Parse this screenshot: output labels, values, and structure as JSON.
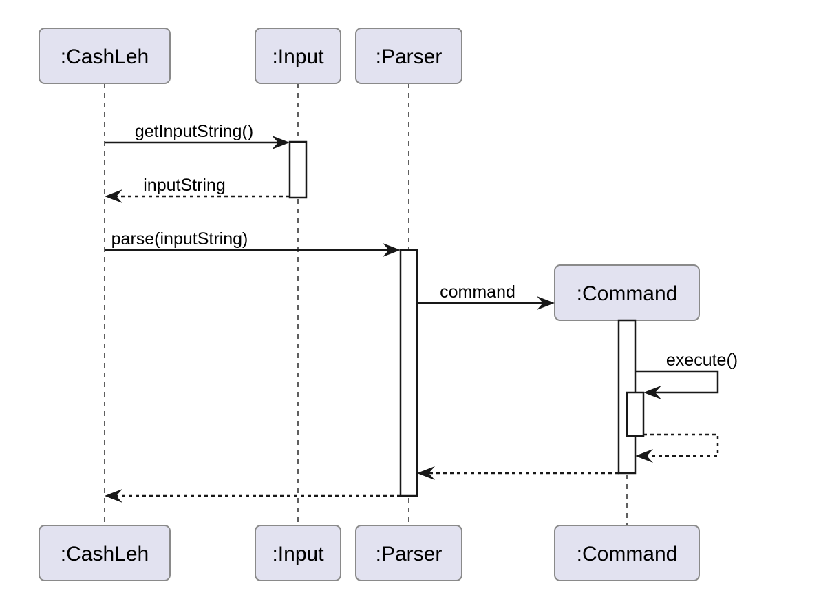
{
  "diagram": {
    "kind": "uml-sequence-diagram"
  },
  "participants": {
    "cashleh": {
      "label": ":CashLeh"
    },
    "input": {
      "label": ":Input"
    },
    "parser": {
      "label": ":Parser"
    },
    "command": {
      "label": ":Command",
      "created_during_sequence": true
    }
  },
  "messages": {
    "get_input_string": {
      "label": "getInputString()",
      "type": "sync-call",
      "from": ":CashLeh",
      "to": ":Input"
    },
    "input_string_return": {
      "label": "inputString",
      "type": "return",
      "from": ":Input",
      "to": ":CashLeh"
    },
    "parse": {
      "label": "parse(inputString)",
      "type": "sync-call",
      "from": ":CashLeh",
      "to": ":Parser"
    },
    "command_create": {
      "label": "command",
      "type": "create",
      "from": ":Parser",
      "to": ":Command"
    },
    "execute": {
      "label": "execute()",
      "type": "self-call",
      "from": ":Command",
      "to": ":Command"
    },
    "execute_return": {
      "label": "",
      "type": "self-return",
      "from": ":Command",
      "to": ":Command"
    },
    "command_return": {
      "label": "",
      "type": "return",
      "from": ":Command",
      "to": ":Parser"
    },
    "parse_return": {
      "label": "",
      "type": "return",
      "from": ":Parser",
      "to": ":CashLeh"
    }
  },
  "colors": {
    "background": "#FFFFFF",
    "participant_fill": "#E2E2F0",
    "participant_border": "#8A8A8A",
    "lifeline": "#5F5F5F",
    "message_line": "#181818",
    "activation_fill": "#FFFFFF",
    "activation_border": "#181818",
    "text": "#000000"
  }
}
